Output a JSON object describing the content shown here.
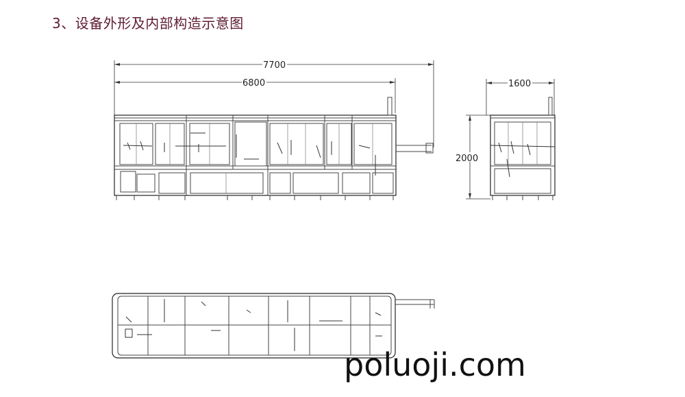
{
  "title": "3、设备外形及内部构造示意图",
  "dimensions": {
    "overall_length": "7700",
    "frame_length": "6800",
    "width": "1600",
    "height": "2000"
  },
  "watermark": "poluoji.com"
}
